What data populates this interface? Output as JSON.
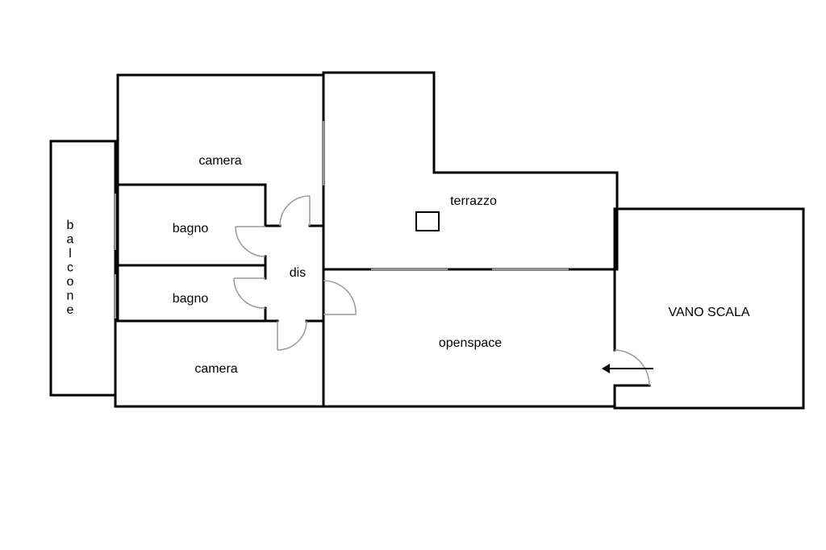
{
  "rooms": {
    "camera_top": "camera",
    "bagno_top": "bagno",
    "bagno_bottom": "bagno",
    "camera_bottom": "camera",
    "dis": "dis",
    "terrazzo": "terrazzo",
    "openspace": "openspace",
    "vano_scala": "VANO SCALA",
    "balcone_letters": [
      "b",
      "a",
      "l",
      "c",
      "o",
      "n",
      "e"
    ]
  },
  "colors": {
    "wall": "#000000",
    "door": "#9a9a9a",
    "background": "#ffffff"
  },
  "icons": {
    "entrance": "arrow-left-icon"
  }
}
